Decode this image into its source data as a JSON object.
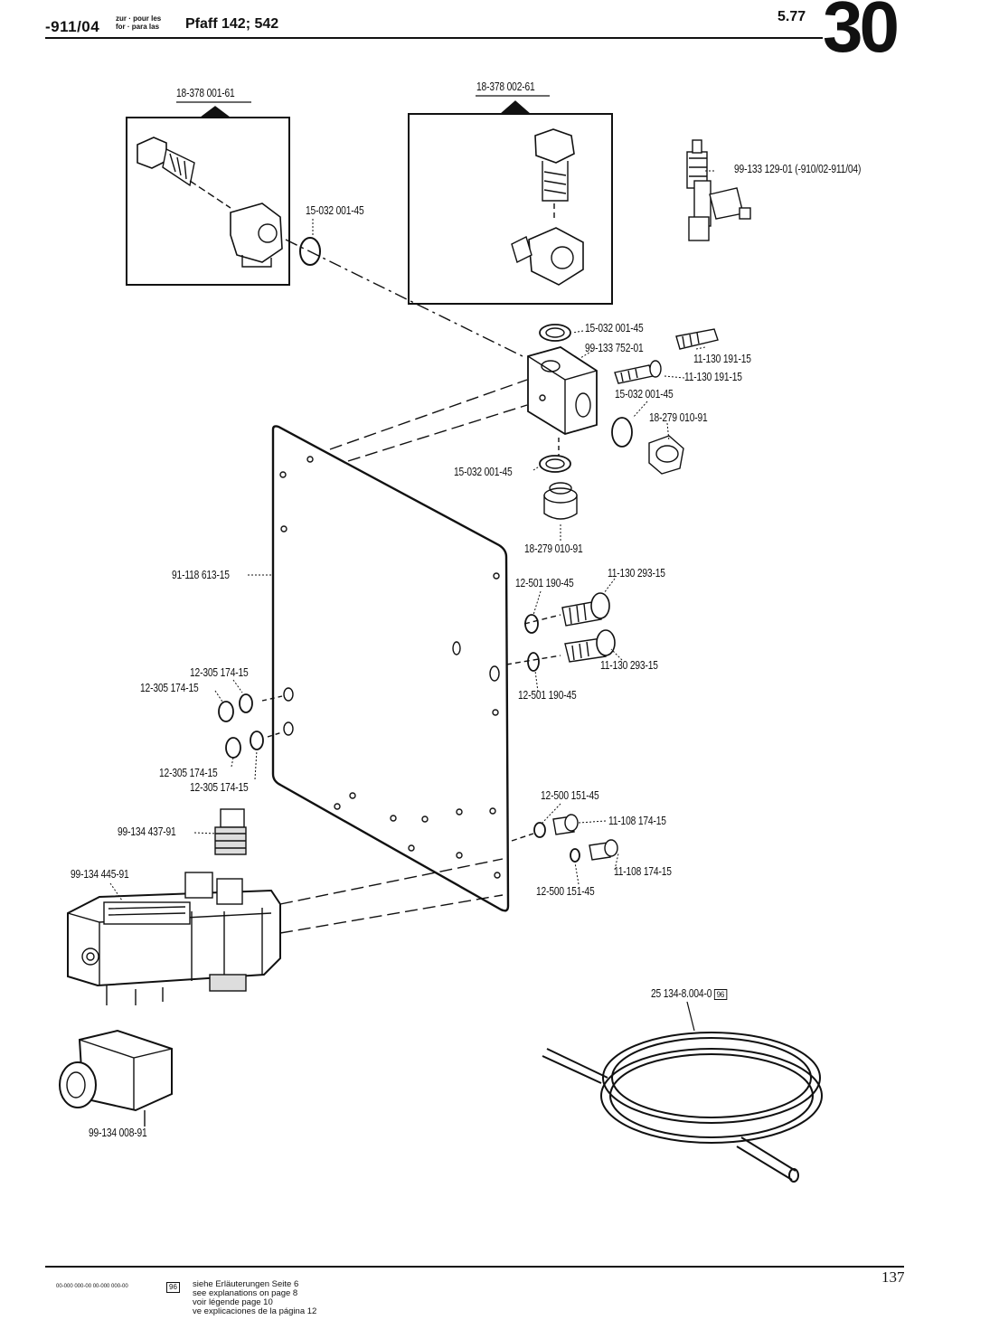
{
  "header": {
    "code": "-911/04",
    "for_words_line1": "zur · pour les",
    "for_words_line2": "for · para las",
    "model": "Pfaff 142; 542",
    "date": "5.77",
    "section": "30"
  },
  "labels": {
    "box_left": "18-378 001-61",
    "box_right": "18-378 002-61",
    "washer_box": "15-032 001-45",
    "tee_fitting": "99-133 129-01 (-910/02-911/04)",
    "seal_top": "15-032 001-45",
    "block": "99-133 752-01",
    "screw_a": "11-130 191-15",
    "screw_b": "11-130 191-15",
    "seal_side": "15-032 001-45",
    "plug_side": "18-279 010-91",
    "seal_bottom": "15-032 001-45",
    "plug_bottom": "18-279 010-91",
    "plate": "91-118 613-15",
    "lockwasher_a": "12-501 190-45",
    "capscrew_a": "11-130 293-15",
    "capscrew_b": "11-130 293-15",
    "lockwasher_b": "12-501 190-45",
    "washer_a": "12-305 174-15",
    "washer_b": "12-305 174-15",
    "washer_c": "12-305 174-15",
    "washer_d": "12-305 174-15",
    "lockwasher_c": "12-500 151-45",
    "screw_c": "11-108 174-15",
    "screw_d": "11-108 174-15",
    "lockwasher_d": "12-500 151-45",
    "silencer": "99-134 437-91",
    "valve": "99-134 445-91",
    "hose": "25 134-8.004-0",
    "hose_badge": "96",
    "coil_plug": "99-134 008-91"
  },
  "footer": {
    "codes": "00-000 000-00   00-000 000-00",
    "badge": "96",
    "note_de": "siehe Erläuterungen Seite 6",
    "note_en": "see explanations on page 8",
    "note_fr": "voir légende page 10",
    "note_es": "ve explicaciones de la página 12",
    "page_number": "137"
  }
}
